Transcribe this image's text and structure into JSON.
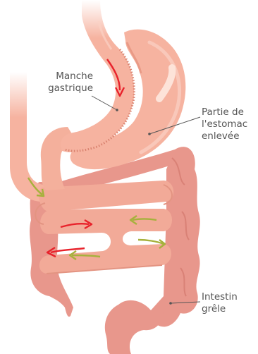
{
  "labels": {
    "sleeve": [
      "Manche",
      "gastrique"
    ],
    "removed": [
      "Partie de",
      "l'estomac",
      "enlevée"
    ],
    "intestine": [
      "Intestin",
      "grêle"
    ]
  },
  "colors": {
    "background": "#ffffff",
    "stomach": "#f6b3a0",
    "stomach_light": "#fbd2c5",
    "stomach_shadow": "#e99a86",
    "colon": "#e8978c",
    "colon_dark": "#d98176",
    "intestine": "#f2aa98",
    "intestine_dark": "#e39482",
    "arrow_red": "#e8222b",
    "arrow_green": "#a6b13c",
    "leader": "#555555",
    "text": "#555555"
  },
  "arrows": [
    {
      "color": "red",
      "name": "sleeve-flow-arrow"
    },
    {
      "color": "red",
      "name": "loop-flow-arrow-1"
    },
    {
      "color": "red",
      "name": "loop-flow-arrow-2"
    },
    {
      "color": "green",
      "name": "bypass-flow-arrow-1"
    },
    {
      "color": "green",
      "name": "bypass-flow-arrow-2"
    },
    {
      "color": "green",
      "name": "bypass-flow-arrow-3"
    },
    {
      "color": "green",
      "name": "bypass-flow-arrow-4"
    }
  ]
}
